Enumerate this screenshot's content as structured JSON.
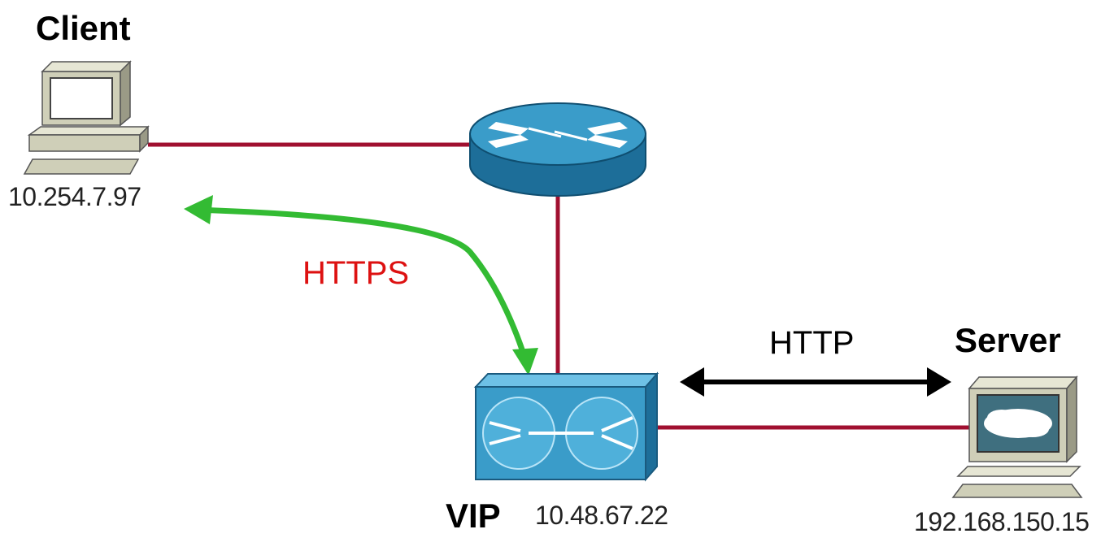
{
  "nodes": {
    "client": {
      "title": "Client",
      "ip": "10.254.7.97"
    },
    "server": {
      "title": "Server",
      "ip": "192.168.150.15"
    },
    "vip": {
      "title": "VIP",
      "ip": "10.48.67.22"
    }
  },
  "links": {
    "https": {
      "label": "HTTPS",
      "color": "#dd1111",
      "arrow_color": "#33bb33"
    },
    "http": {
      "label": "HTTP",
      "color": "#000000"
    }
  },
  "colors": {
    "cable": "#a01030",
    "device_blue": "#2f8fc0",
    "computer_beige": "#cfcfb8"
  },
  "icons": {
    "client": "desktop-computer-icon",
    "router": "router-icon",
    "vip": "content-switch-icon",
    "server": "server-computer-icon"
  }
}
